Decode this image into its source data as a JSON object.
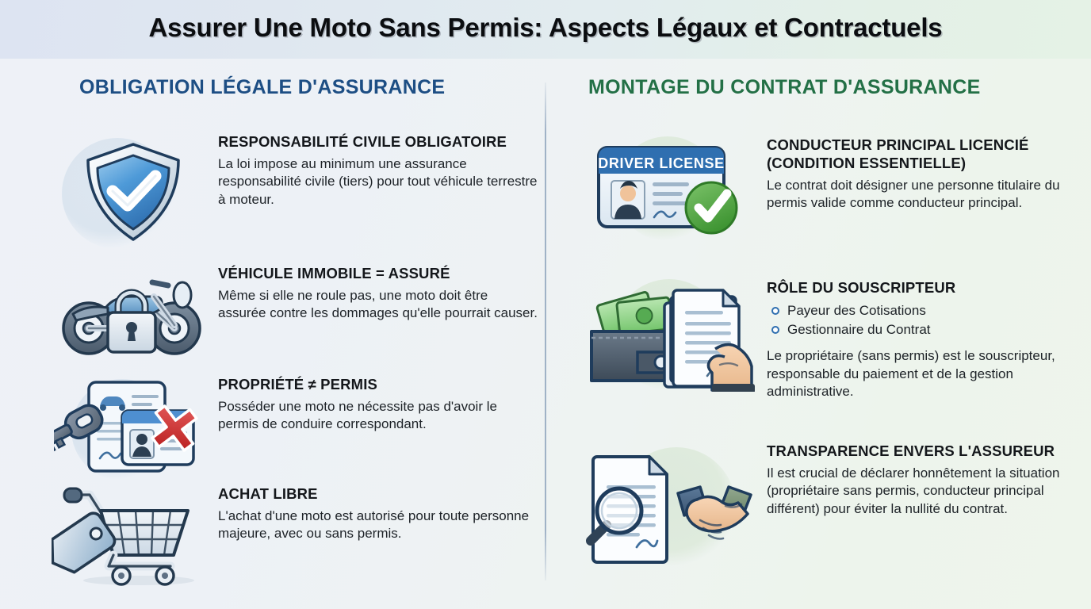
{
  "header": {
    "title": "Assurer Une Moto Sans Permis: Aspects Légaux et Contractuels"
  },
  "colors": {
    "left_heading": "#1d4e84",
    "right_heading": "#237046",
    "bullet": "#2f6fb0",
    "check_green": "#5aa84f",
    "cross_red": "#cc2f2f"
  },
  "left_column": {
    "heading": "OBLIGATION LÉGALE D'ASSURANCE",
    "items": [
      {
        "icon": "shield-check-icon",
        "title": "RESPONSABILITÉ CIVILE OBLIGATOIRE",
        "body": "La loi impose au minimum une assurance responsabilité civile (tiers) pour tout véhicule terrestre à moteur."
      },
      {
        "icon": "motorcycle-lock-icon",
        "title": "VÉHICULE IMMOBILE = ASSURÉ",
        "body": "Même si elle ne roule pas, une moto doit être assurée contre les dommages qu'elle pourrait causer."
      },
      {
        "icon": "key-documents-cross-icon",
        "title": "PROPRIÉTÉ ≠ PERMIS",
        "body": "Posséder une moto ne nécessite pas d'avoir le permis de conduire correspondant."
      },
      {
        "icon": "shopping-cart-tag-icon",
        "title": "ACHAT LIBRE",
        "body": "L'achat d'une moto est autorisé pour toute personne majeure, avec ou sans permis."
      }
    ]
  },
  "right_column": {
    "heading": "MONTAGE DU CONTRAT D'ASSURANCE",
    "items": [
      {
        "icon": "driver-license-check-icon",
        "icon_label": "DRIVER LICENSE",
        "title": "CONDUCTEUR PRINCIPAL LICENCIÉ (CONDITION ESSENTIELLE)",
        "body": "Le contrat doit désigner une personne titulaire du permis valide comme conducteur principal."
      },
      {
        "icon": "wallet-documents-hand-icon",
        "title": "RÔLE DU SOUSCRIPTEUR",
        "bullets": [
          "Payeur des Cotisations",
          "Gestionnaire du Contrat"
        ],
        "body": "Le propriétaire (sans permis) est le souscripteur, responsable du paiement et de la gestion administrative."
      },
      {
        "icon": "magnifier-document-handshake-icon",
        "title": "TRANSPARENCE ENVERS L'ASSUREUR",
        "body": "Il est crucial de déclarer honnêtement la situation (propriétaire sans permis, conducteur principal différent) pour éviter la nullité du contrat."
      }
    ]
  }
}
